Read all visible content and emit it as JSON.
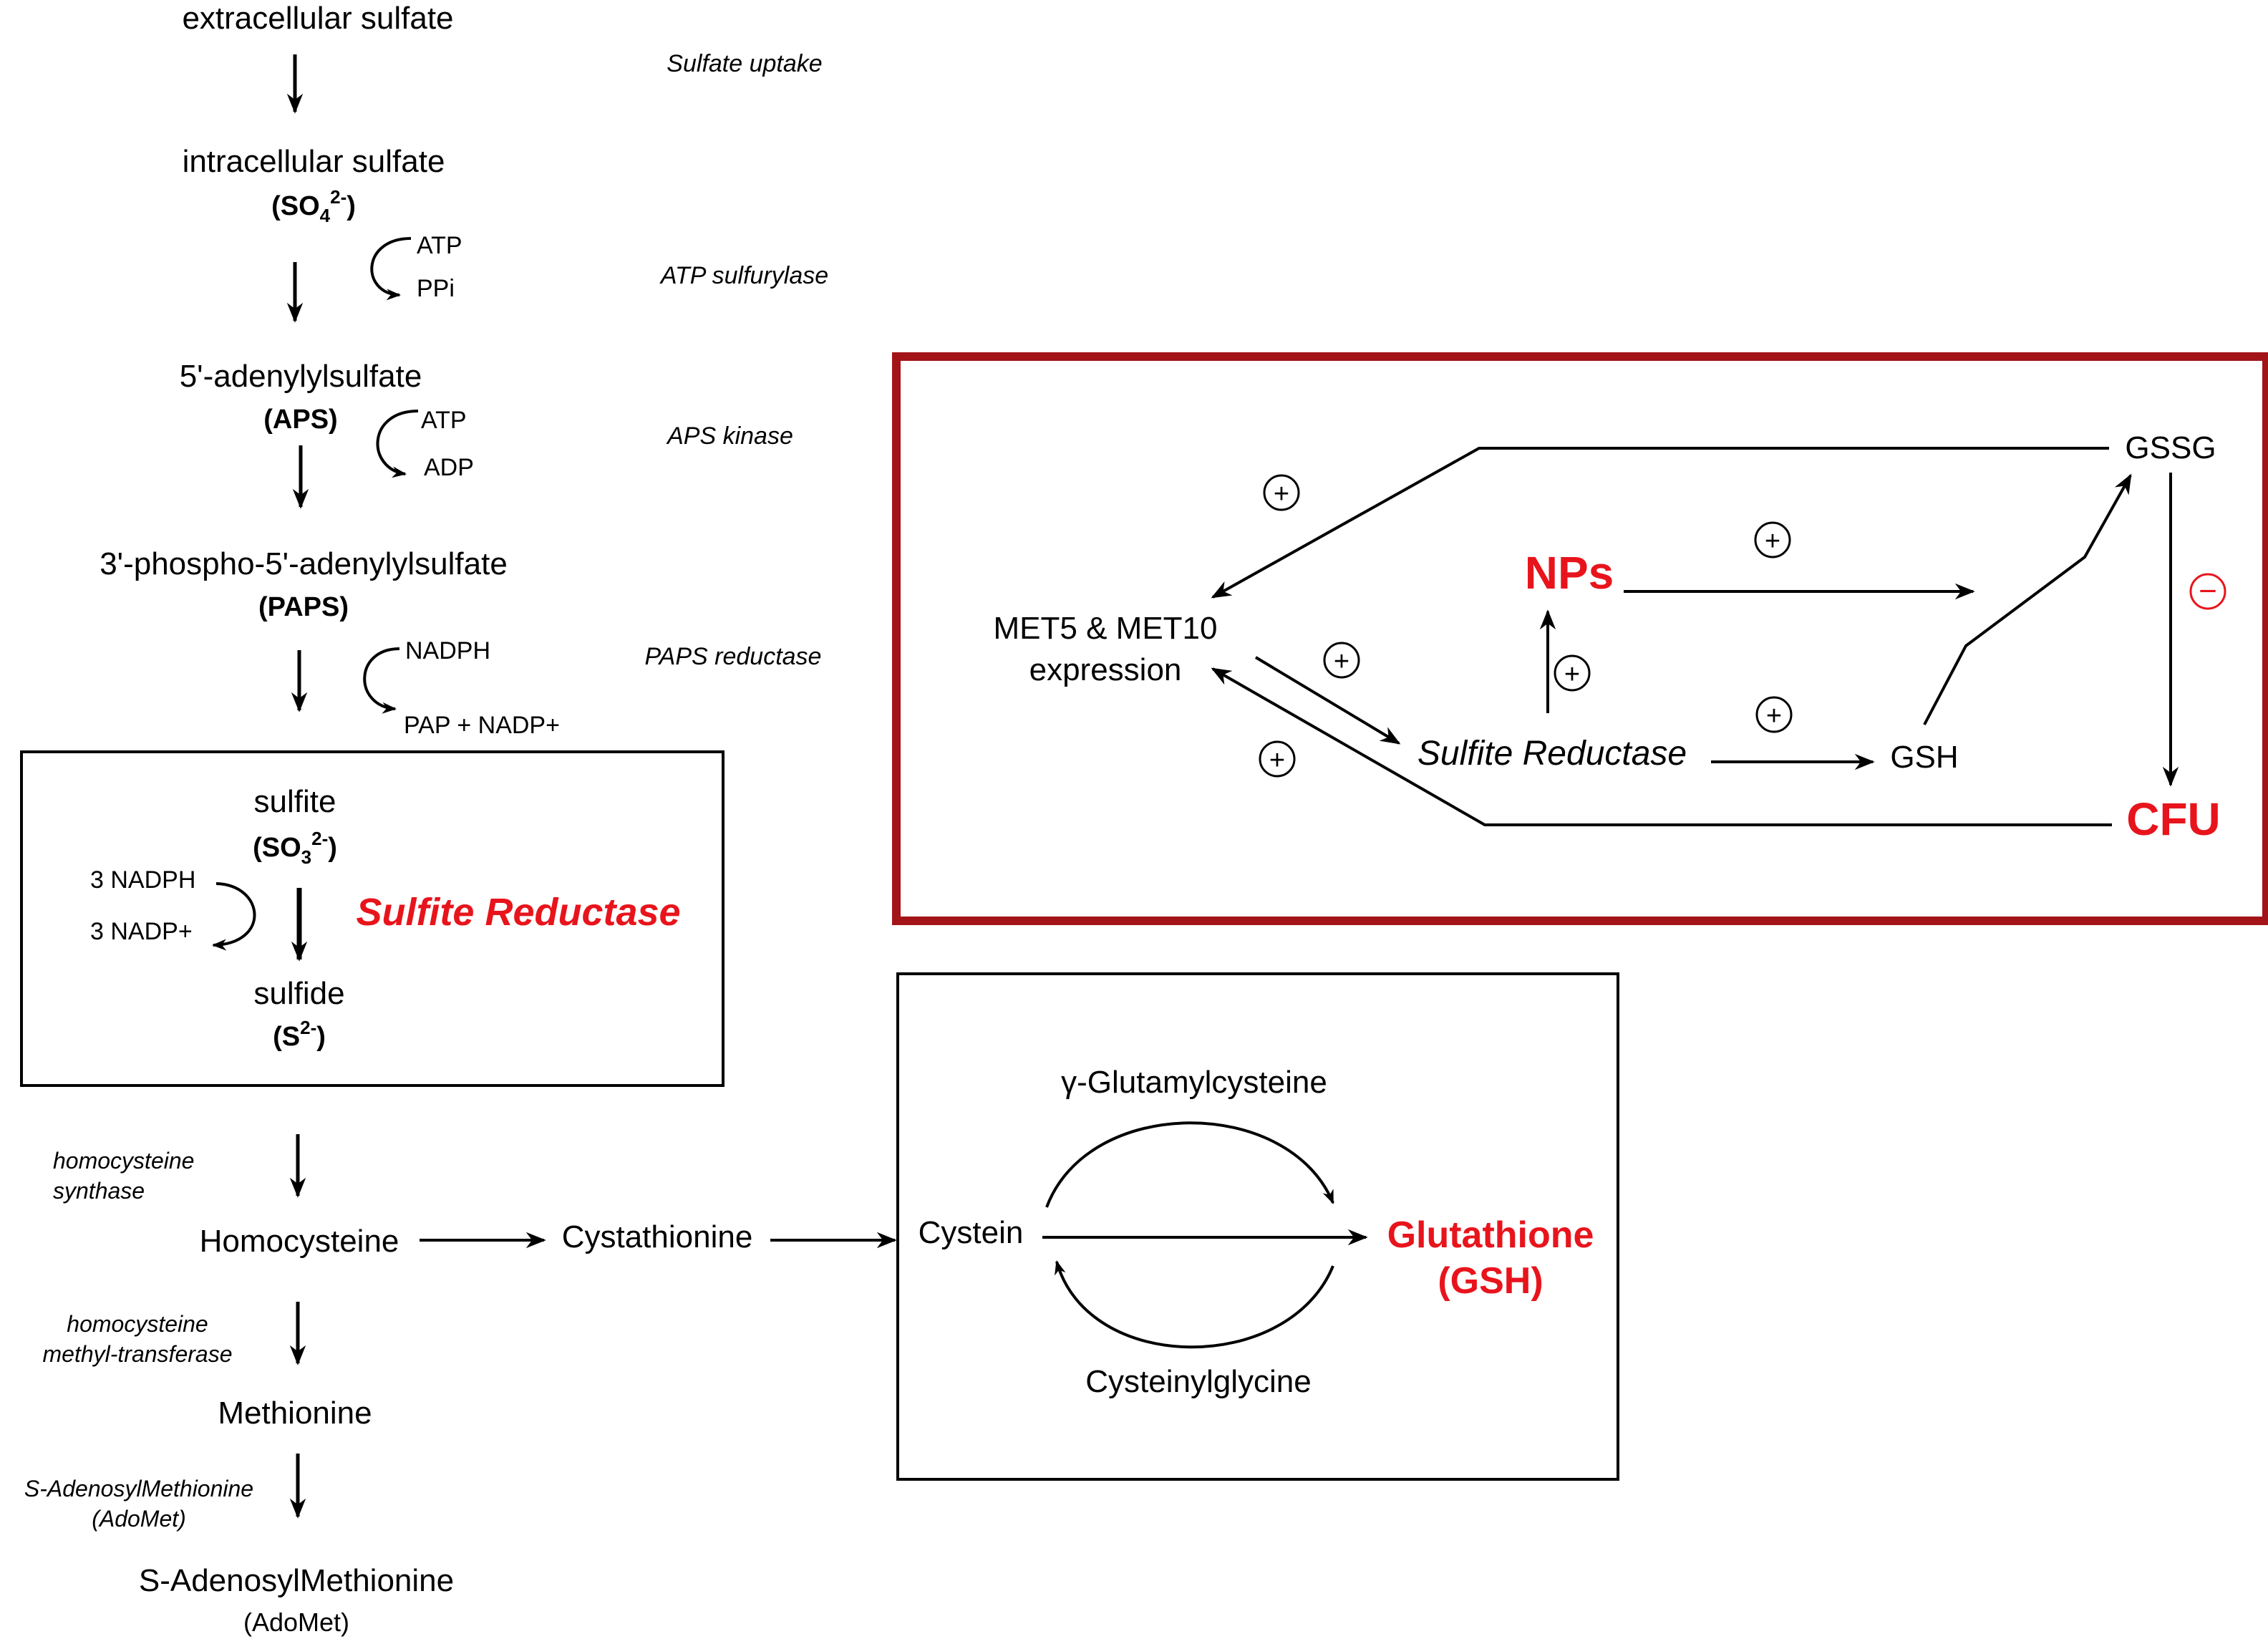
{
  "colors": {
    "ink": "#000000",
    "accent_red": "#e8141c",
    "box_red": "#a31418"
  },
  "pathway": {
    "extracellular": "extracellular sulfate",
    "uptake_enzyme": "Sulfate uptake",
    "intracellular": "intracellular sulfate",
    "intracellular_formula": {
      "a": "(SO",
      "sub": "4",
      "sup": "2-",
      "b": ")"
    },
    "atp1": "ATP",
    "ppi": "PPi",
    "sulfurylase": "ATP sulfurylase",
    "aps": "5'-adenylylsulfate",
    "aps_abbr": "(APS)",
    "atp2": "ATP",
    "adp": "ADP",
    "aps_kinase": "APS kinase",
    "paps": "3'-phospho-5'-adenylylsulfate",
    "paps_abbr": "(PAPS)",
    "nadph": "NADPH",
    "pap_nadp": "PAP + NADP+",
    "paps_reductase": "PAPS reductase",
    "sulfite": "sulfite",
    "sulfite_formula": {
      "a": "(SO",
      "sub": "3",
      "sup": "2-",
      "b": ")"
    },
    "nadph3": "3 NADPH",
    "nadp3": "3 NADP+",
    "sulfite_reductase": "Sulfite Reductase",
    "sulfide": "sulfide",
    "sulfide_formula": {
      "a": "(S",
      "sup": "2-",
      "b": ")"
    },
    "hcs_1": "homocysteine",
    "hcs_2": "synthase",
    "homocysteine": "Homocysteine",
    "cystathionine": "Cystathionine",
    "hmt_1": "homocysteine",
    "hmt_2": "methyl-transferase",
    "methionine": "Methionine",
    "sam_enzyme_1": "S-AdenosylMethionine",
    "sam_enzyme_2": "(AdoMet)",
    "sam": "S-AdenosylMethionine",
    "sam_abbr": "(AdoMet)"
  },
  "gsh_box": {
    "gamma": "γ-Glutamylcysteine",
    "cystein": "Cystein",
    "glutathione": "Glutathione",
    "gsh_abbr": "(GSH)",
    "cysteinylglycine": "Cysteinylglycine"
  },
  "regulation_box": {
    "gssg": "GSSG",
    "nps": "NPs",
    "met_1": "MET5 & MET10",
    "met_2": "expression",
    "sulfite_reductase": "Sulfite Reductase",
    "gsh": "GSH",
    "cfu": "CFU",
    "plus": "+",
    "minus": "−"
  }
}
